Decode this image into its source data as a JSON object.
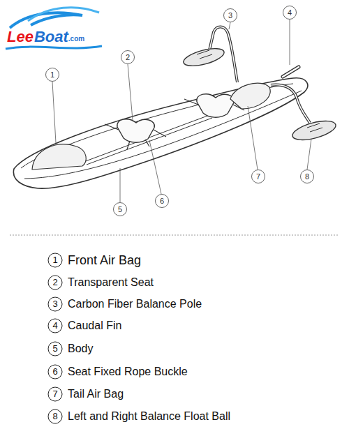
{
  "diagram": {
    "labels": [
      "Lee",
      "Boat",
      ".com",
      "1",
      "2",
      "3",
      "4",
      "5",
      "6",
      "7",
      "8",
      "1",
      "Front Air Bag",
      "2",
      "Transparent Seat",
      "3",
      "Carbon Fiber Balance Pole",
      "4",
      "Caudal Fin",
      "5",
      "Body",
      "6",
      "Seat Fixed Rope Buckle",
      "7",
      "Tail Air Bag",
      "8",
      "Left and Right Balance Float Ball"
    ]
  }
}
